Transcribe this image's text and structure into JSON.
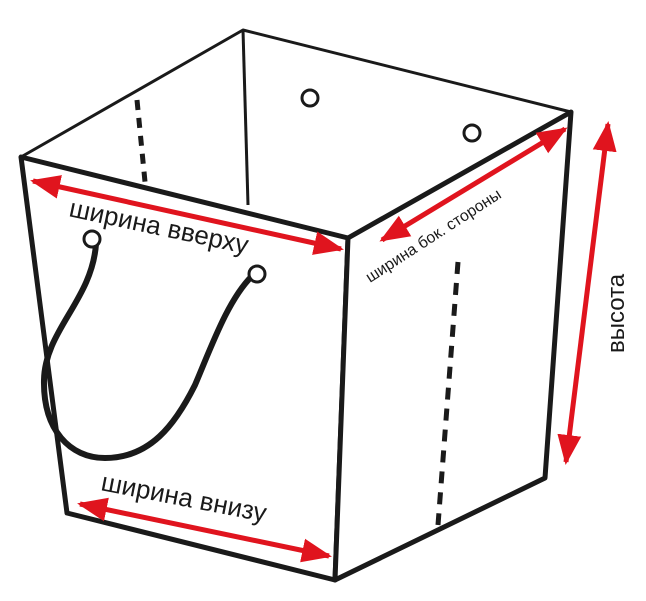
{
  "labels": {
    "top_width": "ширина вверху",
    "side_width": "ширина бок. стороны",
    "height": "высота",
    "bottom_width": "ширина внизу"
  },
  "colors": {
    "outline": "#1a1a1a",
    "arrow": "#e0141e",
    "background": "#ffffff"
  }
}
